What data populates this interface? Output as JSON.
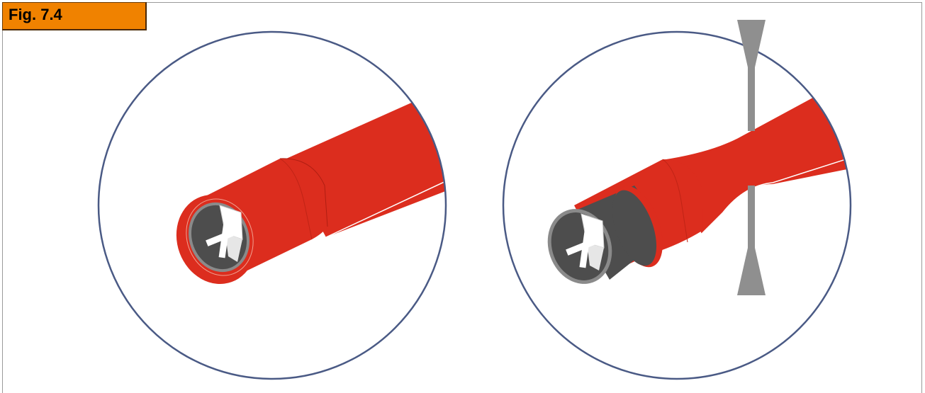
{
  "figure": {
    "label": "Fig. 7.4",
    "label_color": "#f08200"
  },
  "colors": {
    "circle_outline": "#4a5a85",
    "insulation_red": "#dc2d1e",
    "insulation_dark": "#b01e12",
    "socket_dark": "#4d4d4d",
    "socket_rim": "#8a8a8a",
    "cross_white": "#ffffff",
    "cutter_gray": "#8f8f8f"
  },
  "panels": [
    {
      "name": "left-detail",
      "shows": "sleeve-covering-socket"
    },
    {
      "name": "right-detail",
      "shows": "socket-exposed-with-crimp-tool"
    }
  ]
}
